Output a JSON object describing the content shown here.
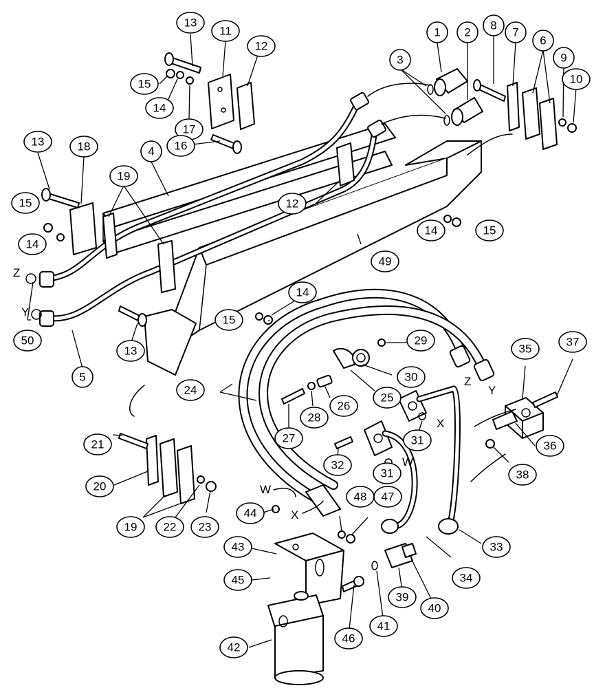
{
  "callouts": [
    {
      "id": "c13a",
      "label": "13"
    },
    {
      "id": "c11",
      "label": "11"
    },
    {
      "id": "c12a",
      "label": "12"
    },
    {
      "id": "c15a",
      "label": "15"
    },
    {
      "id": "c14a",
      "label": "14"
    },
    {
      "id": "c17",
      "label": "17"
    },
    {
      "id": "c16",
      "label": "16"
    },
    {
      "id": "c1",
      "label": "1"
    },
    {
      "id": "c2",
      "label": "2"
    },
    {
      "id": "c3",
      "label": "3"
    },
    {
      "id": "c8",
      "label": "8"
    },
    {
      "id": "c7",
      "label": "7"
    },
    {
      "id": "c6",
      "label": "6"
    },
    {
      "id": "c9",
      "label": "9"
    },
    {
      "id": "c10",
      "label": "10"
    },
    {
      "id": "c13b",
      "label": "13"
    },
    {
      "id": "c18",
      "label": "18"
    },
    {
      "id": "c4",
      "label": "4"
    },
    {
      "id": "c19a",
      "label": "19"
    },
    {
      "id": "c15b",
      "label": "15"
    },
    {
      "id": "c14b",
      "label": "14"
    },
    {
      "id": "c12b",
      "label": "12"
    },
    {
      "id": "c14c",
      "label": "14"
    },
    {
      "id": "c15c",
      "label": "15"
    },
    {
      "id": "c49",
      "label": "49"
    },
    {
      "id": "c14d",
      "label": "14"
    },
    {
      "id": "c15d",
      "label": "15"
    },
    {
      "id": "c13c",
      "label": "13"
    },
    {
      "id": "c50",
      "label": "50"
    },
    {
      "id": "c5",
      "label": "5"
    },
    {
      "id": "c29",
      "label": "29"
    },
    {
      "id": "c30",
      "label": "30"
    },
    {
      "id": "c25",
      "label": "25"
    },
    {
      "id": "c24",
      "label": "24"
    },
    {
      "id": "c26",
      "label": "26"
    },
    {
      "id": "c28",
      "label": "28"
    },
    {
      "id": "c27",
      "label": "27"
    },
    {
      "id": "c35",
      "label": "35"
    },
    {
      "id": "c37",
      "label": "37"
    },
    {
      "id": "c36",
      "label": "36"
    },
    {
      "id": "c38",
      "label": "38"
    },
    {
      "id": "c31a",
      "label": "31"
    },
    {
      "id": "c31b",
      "label": "31"
    },
    {
      "id": "c32",
      "label": "32"
    },
    {
      "id": "c21",
      "label": "21"
    },
    {
      "id": "c20",
      "label": "20"
    },
    {
      "id": "c19b",
      "label": "19"
    },
    {
      "id": "c22",
      "label": "22"
    },
    {
      "id": "c23",
      "label": "23"
    },
    {
      "id": "c44",
      "label": "44"
    },
    {
      "id": "c48",
      "label": "48"
    },
    {
      "id": "c47",
      "label": "47"
    },
    {
      "id": "c43",
      "label": "43"
    },
    {
      "id": "c45",
      "label": "45"
    },
    {
      "id": "c33",
      "label": "33"
    },
    {
      "id": "c34",
      "label": "34"
    },
    {
      "id": "c39",
      "label": "39"
    },
    {
      "id": "c40",
      "label": "40"
    },
    {
      "id": "c41",
      "label": "41"
    },
    {
      "id": "c46",
      "label": "46"
    },
    {
      "id": "c42",
      "label": "42"
    }
  ],
  "letters": [
    {
      "id": "lZ1",
      "label": "Z"
    },
    {
      "id": "lY1",
      "label": "Y"
    },
    {
      "id": "lZ2",
      "label": "Z"
    },
    {
      "id": "lY2",
      "label": "Y"
    },
    {
      "id": "lX1",
      "label": "X"
    },
    {
      "id": "lW1",
      "label": "W"
    },
    {
      "id": "lW2",
      "label": "W"
    },
    {
      "id": "lX2",
      "label": "X"
    }
  ]
}
